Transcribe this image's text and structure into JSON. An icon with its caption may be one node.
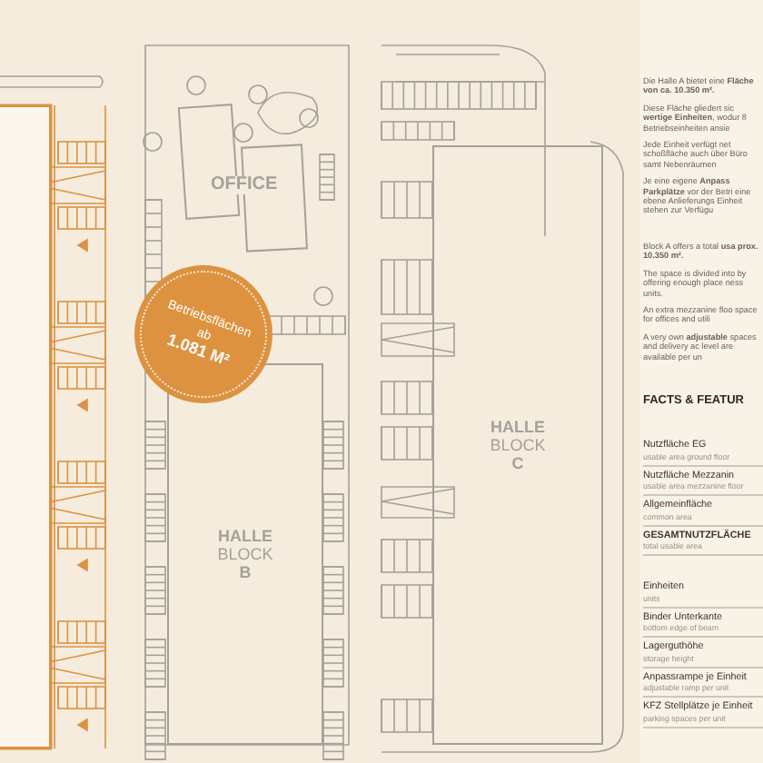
{
  "diagram": {
    "nodes": [
      {
        "text": [],
        "shape": "box"
      },
      {
        "text": [
          "OFFICE"
        ]
      },
      {
        "text": [
          "Betriebsflächen",
          "ab",
          "1.081 M²"
        ]
      },
      {
        "text": [
          "HALLE",
          "BLOCK",
          "B"
        ]
      },
      {
        "text": [
          "HALLE",
          "BLOCK",
          "C"
        ]
      }
    ],
    "edges": [],
    "labels": [
      "Die Halle A bietet eine **Fläche von ca. 10.350 m².**",
      "Diese Fläche gliedert sic **wertige Einheiten**, wodur 8 Betriebseinheiten ansie",
      "Jede Einheit verfügt net schoßfläche auch über Büro samt Nebenräumen",
      "Je eine eigene **Anpass** **Parkplätze** vor der Betri eine ebene Anlieferungs Einheit stehen zur Verfügu",
      "Block A offers a total **usa** **prox. 10.350 m².**",
      "The space is divided into by offering enough place ness units.",
      "An extra mezzanine floo space for offices and utili",
      "A very own **adjustable** spaces and delivery ac level are available per un",
      "FACTS & FEATUR",
      "Nutzfläche EG",
      "usable area ground floor",
      "Nutzfläche Mezzanin",
      "usable area mezzanine floor",
      "Allgemeinfläche",
      "common area",
      "GESAMTNUTZFLÄCHE",
      "total usable area",
      "Einheiten",
      "units",
      "Binder Unterkante",
      "bottom edge of beam",
      "Lagerguthöhe",
      "storage height",
      "Anpassrampe je Einheit",
      "adjustable ramp per unit",
      "KFZ Stellplätze je Einheit",
      "parking spaces per unit"
    ]
  }
}
